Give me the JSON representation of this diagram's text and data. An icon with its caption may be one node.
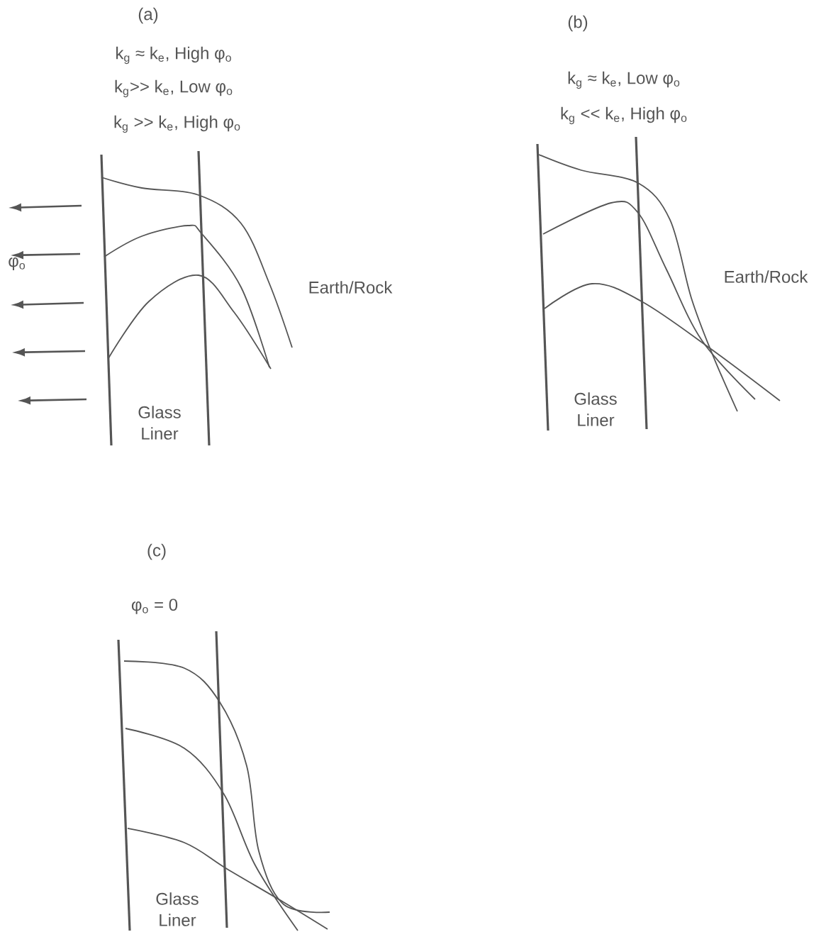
{
  "diagram": {
    "labels": [
      "(a)",
      "k$_{g}$ ≈ k$_{e}$,  High φ$_{o}$",
      "k$_{g}$>> k$_{e}$,  Low φ$_{o}$",
      "k$_{g}$ >> k$_{e}$, High φ$_{o}$",
      "(b)",
      "k$_{g}$ ≈  k$_{e}$,  Low φ$_{o}$",
      "k$_{g}$ << k$_{e}$, High φ$_{o}$",
      "φ$_{o}$",
      "Earth/Rock",
      "Earth/Rock",
      "Glass Liner",
      "Glass Liner",
      "(c)",
      "φ$_{o}$  =  0",
      "Glass Liner"
    ]
  }
}
